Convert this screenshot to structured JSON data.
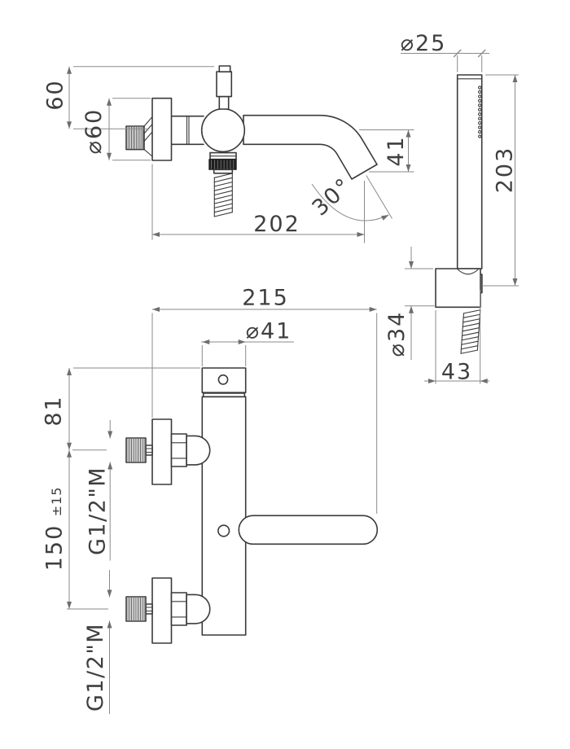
{
  "colors": {
    "object_line": "#3a3a3a",
    "dimension_line": "#8a8a8a",
    "text": "#3f3f3f",
    "knurl_fill": "#1f1f1f",
    "background": "#ffffff"
  },
  "views": {
    "spout_side": {
      "labels": {
        "handle_height": "60",
        "flange_dia": "⌀60",
        "spout_drop": "41",
        "spout_angle": "30°",
        "spout_reach": "202"
      }
    },
    "hand_shower": {
      "labels": {
        "wand_dia": "⌀25",
        "wand_length": "203",
        "holder_dia": "⌀34",
        "holder_width": "43"
      }
    },
    "mixer_front": {
      "labels": {
        "overall_width": "215",
        "body_dia": "⌀41",
        "top_offset": "81",
        "inlet_centers": "150",
        "inlet_tolerance": "±15",
        "thread_upper": "G1/2\"M",
        "thread_lower": "G1/2\"M"
      }
    }
  }
}
